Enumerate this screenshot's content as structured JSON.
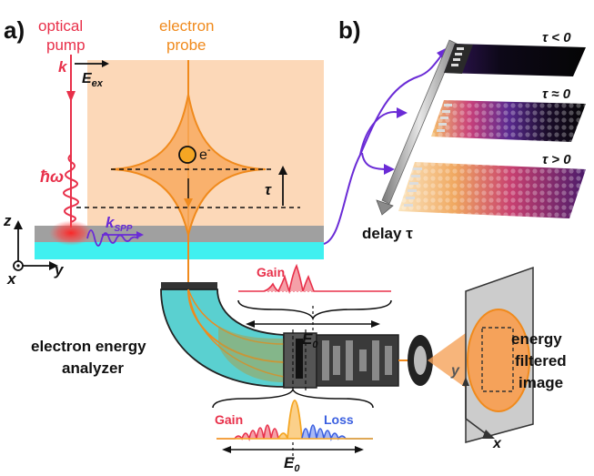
{
  "panels": {
    "a": "a)",
    "b": "b)"
  },
  "optical_pump": {
    "line1": "optical",
    "line2": "pump",
    "color": "#e8304a"
  },
  "electron_probe": {
    "line1": "electron",
    "line2": "probe",
    "color": "#f08a1c"
  },
  "labels": {
    "k": "k",
    "E_main": "E",
    "E_sub": "ex",
    "hbar_omega": "ħω",
    "electron": "e",
    "electron_sup": "-",
    "tau": "τ",
    "k_spp_main": "k",
    "k_spp_sub": "SPP",
    "axis_z": "z",
    "axis_y": "y",
    "axis_x": "x",
    "gain_top": "Gain",
    "e0_top_main": "E",
    "e0_top_sub": "0",
    "gain_bottom": "Gain",
    "loss_bottom": "Loss",
    "e0_bottom_main": "E",
    "e0_bottom_sub": "0",
    "analyzer_line1": "electron energy",
    "analyzer_line2": "analyzer",
    "image_line1": "energy",
    "image_line2": "filtered",
    "image_line3": "image",
    "image_y": "y",
    "image_x": "x",
    "delay": "delay τ",
    "tau_lt": "τ < 0",
    "tau_approx": "τ ≈ 0",
    "tau_gt": "τ > 0"
  },
  "colors": {
    "beam_bg": "#fcd8b8",
    "gold": "#9a9a9a",
    "substrate": "#3ff0f0",
    "spp": "#6a2bd6",
    "gain": "#e8304a",
    "loss": "#3a5fe0",
    "zlp": "#f5a623",
    "analyzer": "#5ad0d0"
  }
}
